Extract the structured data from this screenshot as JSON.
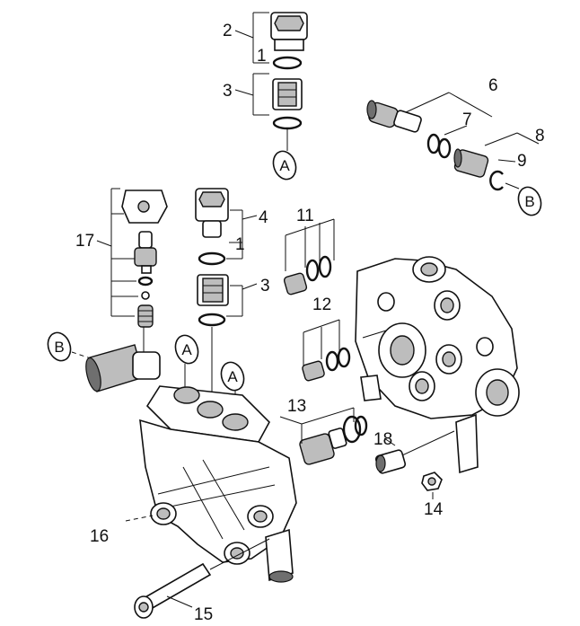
{
  "part_numbers": {
    "n1_top": "1",
    "n1_mid": "1",
    "n2": "2",
    "n3_top": "3",
    "n3_mid": "3",
    "n4": "4",
    "n6": "6",
    "n7": "7",
    "n8": "8",
    "n9": "9",
    "n11": "11",
    "n12": "12",
    "n13": "13",
    "n14": "14",
    "n15": "15",
    "n16": "16",
    "n17": "17",
    "n18": "18"
  },
  "callouts": {
    "a_top": "A",
    "a_left": "A",
    "a_right": "A",
    "b_left": "B",
    "b_right": "B"
  }
}
